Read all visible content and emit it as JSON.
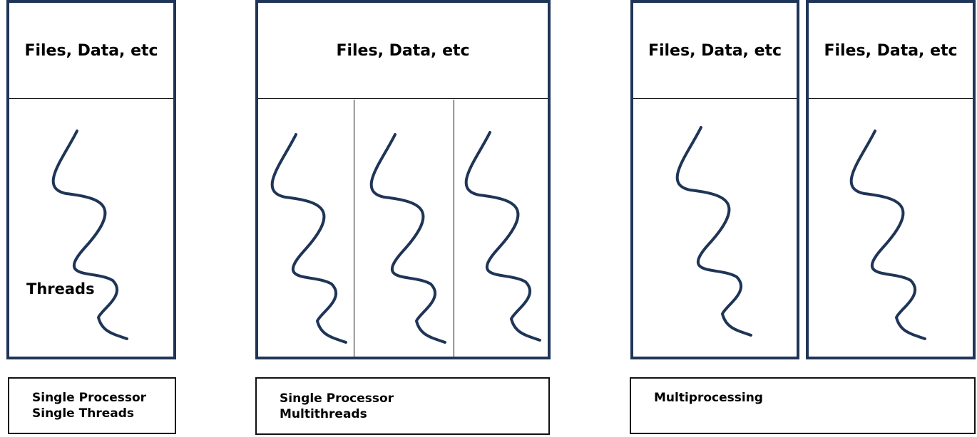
{
  "diagrams": [
    {
      "header": "Files, Data, etc",
      "thread_label": "Threads",
      "caption": [
        "Single Processor",
        "Single Threads"
      ]
    },
    {
      "header": "Files, Data, etc",
      "caption": [
        "Single Processor",
        "Multithreads"
      ]
    },
    {
      "processes": [
        {
          "header": "Files, Data, etc"
        },
        {
          "header": "Files, Data, etc"
        }
      ],
      "caption": [
        "Multiprocessing"
      ]
    }
  ],
  "colors": {
    "border": "#1f3557",
    "thread": "#1f3557"
  },
  "icons": {
    "thread": "wavy-thread-icon"
  }
}
